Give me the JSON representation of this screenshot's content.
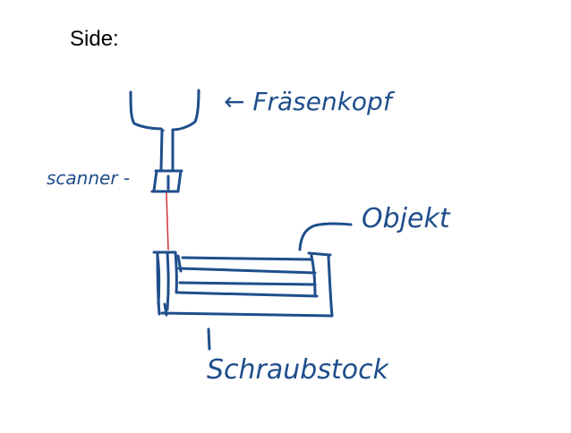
{
  "title": "Side:",
  "labels": {
    "milling_head": "← Fräsenkopf",
    "scanner": "scanner -",
    "object": "Objekt",
    "vise": "Schraubstock"
  },
  "colors": {
    "ink": "#1f4e8c",
    "laser": "#d62f3a",
    "text": "#000000"
  }
}
